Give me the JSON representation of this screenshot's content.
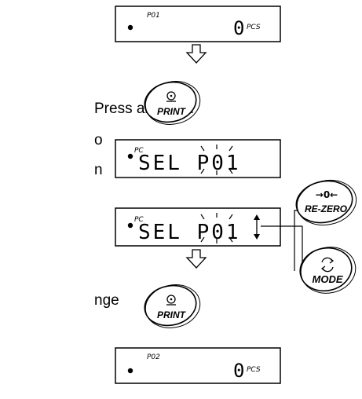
{
  "text": {
    "press_and_hold": "Press and hold",
    "frag_o": "o",
    "frag_n": "n",
    "frag_nge": "nge"
  },
  "displays": [
    {
      "id": "display-1",
      "small_label": "P01",
      "main": "",
      "value": "0",
      "unit": "PCS"
    },
    {
      "id": "display-2",
      "small_label": "PC",
      "main": "SEL P01"
    },
    {
      "id": "display-3",
      "small_label": "PC",
      "main": "SEL P01"
    },
    {
      "id": "display-4",
      "small_label": "P02",
      "main": "",
      "value": "0",
      "unit": "PCS"
    }
  ],
  "buttons": {
    "print_1": {
      "icon": "power-icon",
      "label": "PRINT"
    },
    "re_zero": {
      "icon": "zero-arrows-icon",
      "top": "→0←",
      "label": "RE-ZERO"
    },
    "mode": {
      "icon": "cycle-icon",
      "label": "MODE"
    },
    "print_2": {
      "icon": "power-icon",
      "label": "PRINT"
    }
  }
}
